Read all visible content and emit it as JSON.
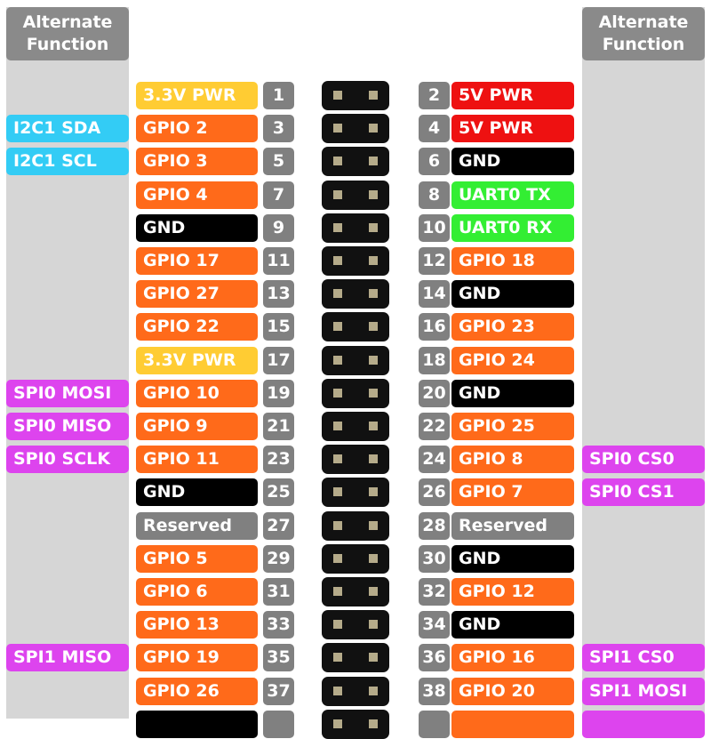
{
  "headers": {
    "left": "Alternate Function",
    "right": "Alternate Function"
  },
  "colors": {
    "orange": "#ff6a1a",
    "yellow": "#ffcc33",
    "red": "#ee1111",
    "black": "#000000",
    "green": "#33ee33",
    "gray": "#808080",
    "cyan": "#33ccf5",
    "magenta": "#dd44ee"
  },
  "rows": [
    {
      "l": {
        "pin": "1",
        "label": "3.3V PWR",
        "color": "yellow"
      },
      "r": {
        "pin": "2",
        "label": "5V PWR",
        "color": "red"
      }
    },
    {
      "l": {
        "pin": "3",
        "label": "GPIO 2",
        "color": "orange",
        "alt": "I2C1 SDA",
        "altColor": "cyan"
      },
      "r": {
        "pin": "4",
        "label": "5V PWR",
        "color": "red"
      }
    },
    {
      "l": {
        "pin": "5",
        "label": "GPIO 3",
        "color": "orange",
        "alt": "I2C1 SCL",
        "altColor": "cyan"
      },
      "r": {
        "pin": "6",
        "label": "GND",
        "color": "black"
      }
    },
    {
      "l": {
        "pin": "7",
        "label": "GPIO 4",
        "color": "orange"
      },
      "r": {
        "pin": "8",
        "label": "UART0 TX",
        "color": "green"
      }
    },
    {
      "l": {
        "pin": "9",
        "label": "GND",
        "color": "black"
      },
      "r": {
        "pin": "10",
        "label": "UART0 RX",
        "color": "green"
      }
    },
    {
      "l": {
        "pin": "11",
        "label": "GPIO 17",
        "color": "orange"
      },
      "r": {
        "pin": "12",
        "label": "GPIO 18",
        "color": "orange"
      }
    },
    {
      "l": {
        "pin": "13",
        "label": "GPIO 27",
        "color": "orange"
      },
      "r": {
        "pin": "14",
        "label": "GND",
        "color": "black"
      }
    },
    {
      "l": {
        "pin": "15",
        "label": "GPIO 22",
        "color": "orange"
      },
      "r": {
        "pin": "16",
        "label": "GPIO 23",
        "color": "orange"
      }
    },
    {
      "l": {
        "pin": "17",
        "label": "3.3V PWR",
        "color": "yellow"
      },
      "r": {
        "pin": "18",
        "label": "GPIO 24",
        "color": "orange"
      }
    },
    {
      "l": {
        "pin": "19",
        "label": "GPIO 10",
        "color": "orange",
        "alt": "SPI0 MOSI",
        "altColor": "magenta"
      },
      "r": {
        "pin": "20",
        "label": "GND",
        "color": "black"
      }
    },
    {
      "l": {
        "pin": "21",
        "label": "GPIO 9",
        "color": "orange",
        "alt": "SPI0 MISO",
        "altColor": "magenta"
      },
      "r": {
        "pin": "22",
        "label": "GPIO 25",
        "color": "orange"
      }
    },
    {
      "l": {
        "pin": "23",
        "label": "GPIO 11",
        "color": "orange",
        "alt": "SPI0 SCLK",
        "altColor": "magenta"
      },
      "r": {
        "pin": "24",
        "label": "GPIO 8",
        "color": "orange",
        "alt": "SPI0 CS0",
        "altColor": "magenta"
      }
    },
    {
      "l": {
        "pin": "25",
        "label": "GND",
        "color": "black"
      },
      "r": {
        "pin": "26",
        "label": "GPIO 7",
        "color": "orange",
        "alt": "SPI0 CS1",
        "altColor": "magenta"
      }
    },
    {
      "l": {
        "pin": "27",
        "label": "Reserved",
        "color": "gray"
      },
      "r": {
        "pin": "28",
        "label": "Reserved",
        "color": "gray"
      }
    },
    {
      "l": {
        "pin": "29",
        "label": "GPIO 5",
        "color": "orange"
      },
      "r": {
        "pin": "30",
        "label": "GND",
        "color": "black"
      }
    },
    {
      "l": {
        "pin": "31",
        "label": "GPIO 6",
        "color": "orange"
      },
      "r": {
        "pin": "32",
        "label": "GPIO 12",
        "color": "orange"
      }
    },
    {
      "l": {
        "pin": "33",
        "label": "GPIO 13",
        "color": "orange"
      },
      "r": {
        "pin": "34",
        "label": "GND",
        "color": "black"
      }
    },
    {
      "l": {
        "pin": "35",
        "label": "GPIO 19",
        "color": "orange",
        "alt": "SPI1 MISO",
        "altColor": "magenta"
      },
      "r": {
        "pin": "36",
        "label": "GPIO 16",
        "color": "orange",
        "alt": "SPI1 CS0",
        "altColor": "magenta"
      }
    },
    {
      "l": {
        "pin": "37",
        "label": "GPIO 26",
        "color": "orange"
      },
      "r": {
        "pin": "38",
        "label": "GPIO 20",
        "color": "orange",
        "alt": "SPI1 MOSI",
        "altColor": "magenta"
      }
    },
    {
      "l": {
        "color": "black"
      },
      "r": {
        "color": "orange",
        "altColor": "magenta"
      }
    }
  ]
}
